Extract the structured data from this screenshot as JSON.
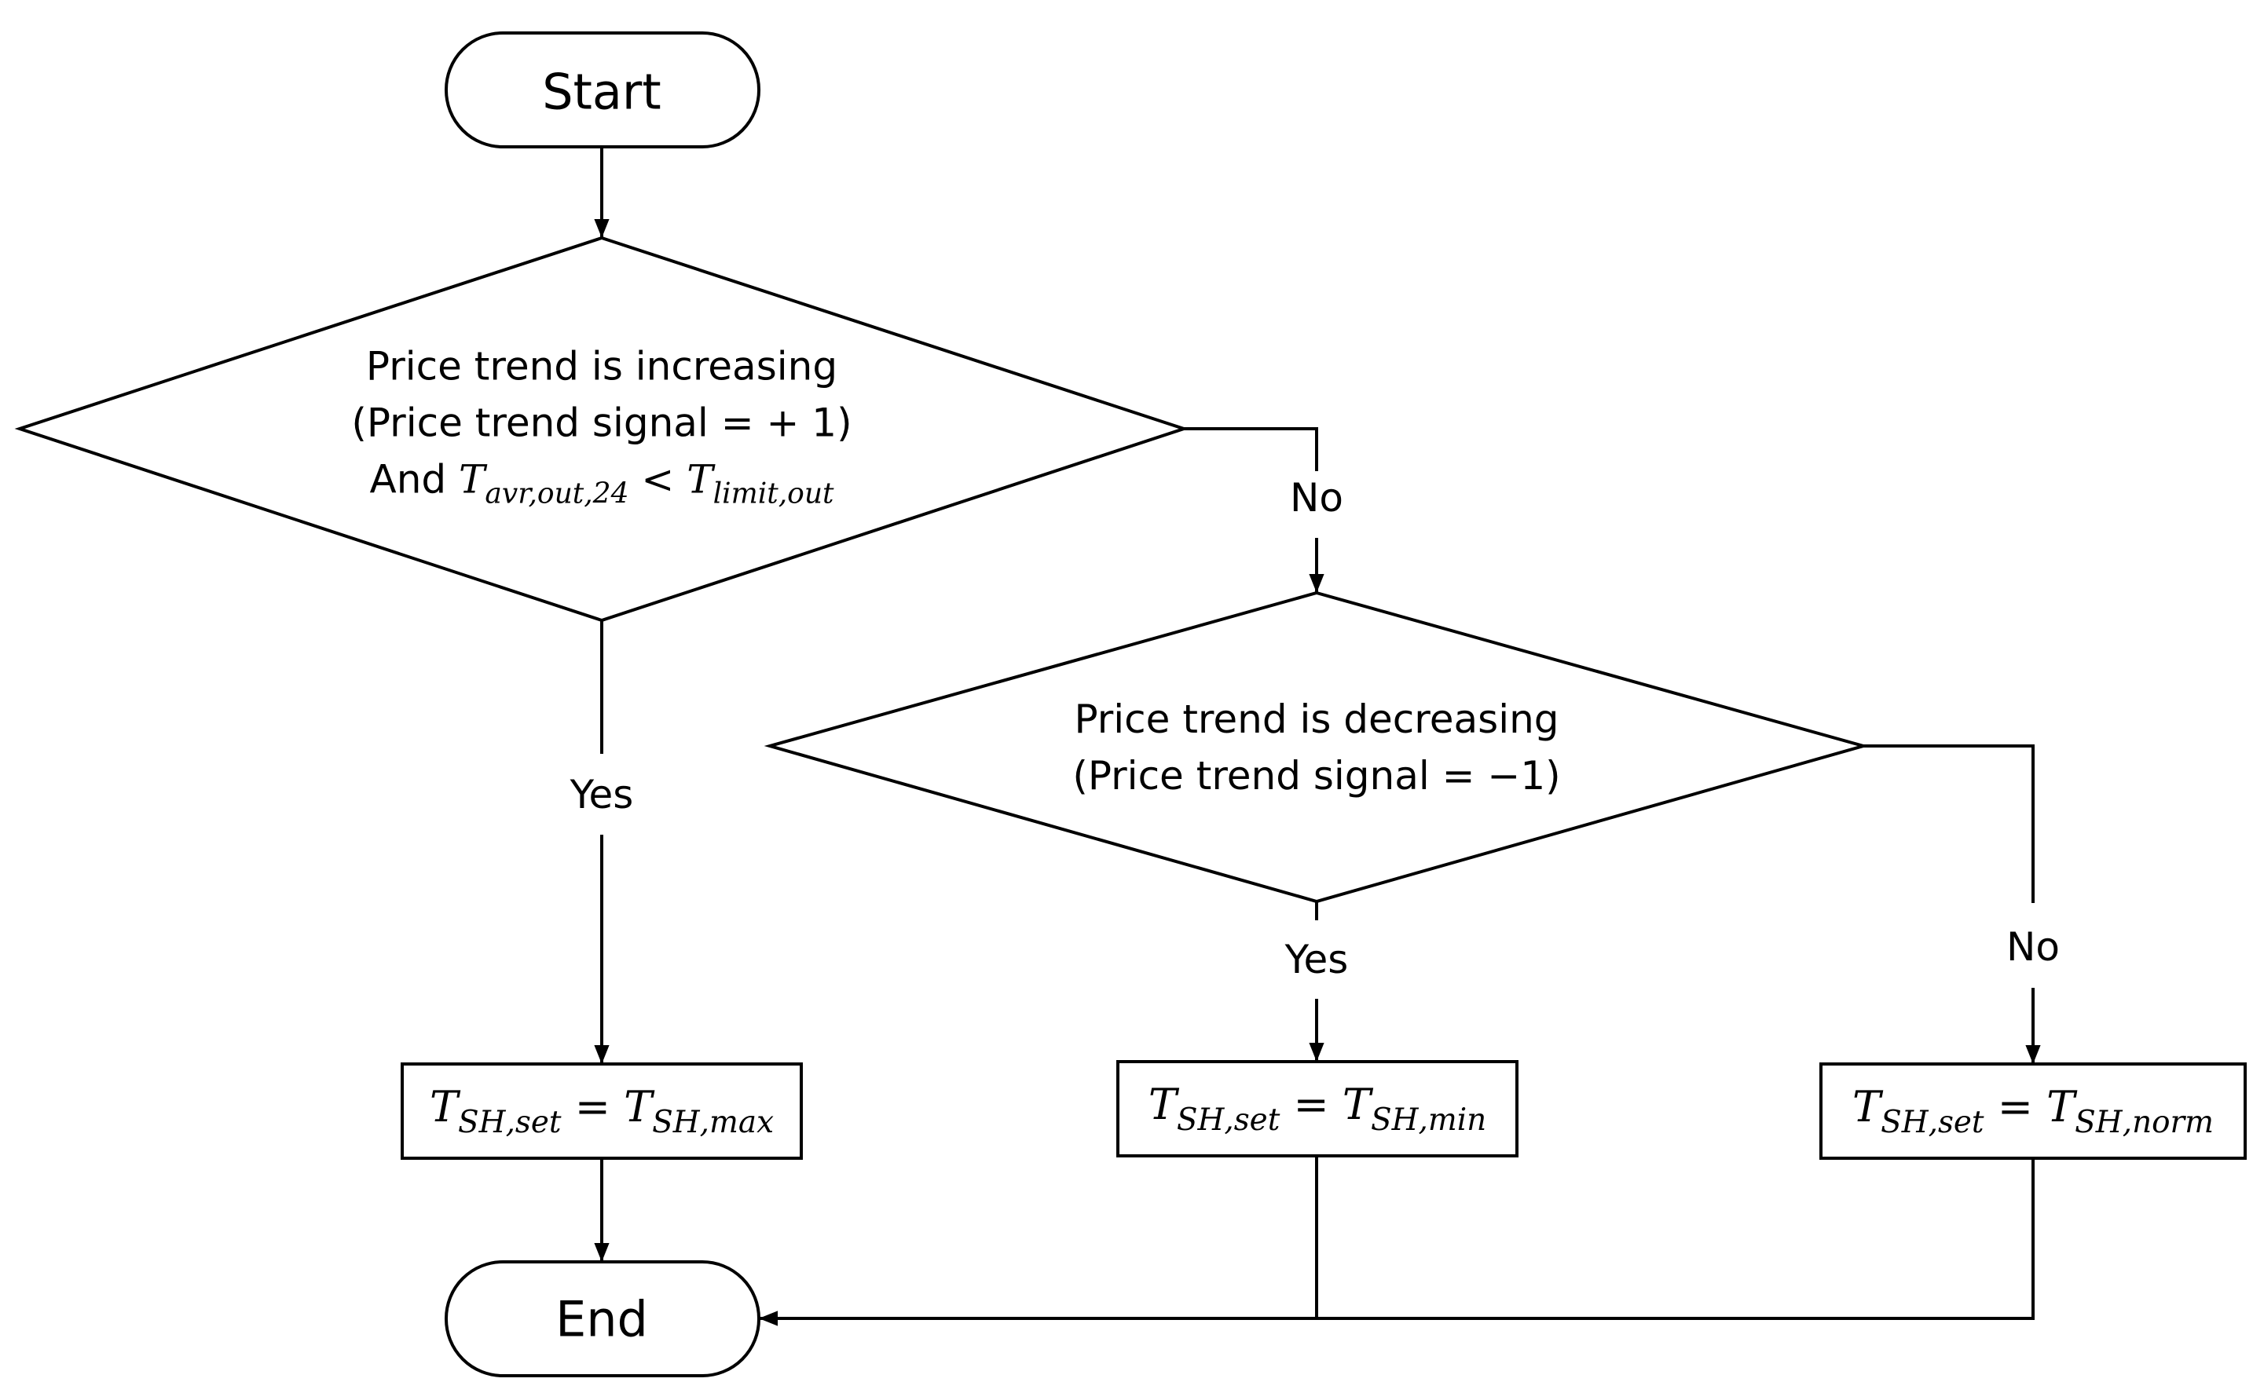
{
  "start": {
    "label": "Start"
  },
  "end": {
    "label": "End"
  },
  "decision1": {
    "line1": "Price trend is increasing",
    "line2": "(Price trend signal = + 1)",
    "line3_prefix": "And",
    "var_a": "T",
    "var_a_sub": "avr,out,24",
    "operator": "<",
    "var_b": "T",
    "var_b_sub": "limit,out"
  },
  "decision2": {
    "line1": "Price trend is decreasing",
    "line2": "(Price trend signal = −1)"
  },
  "edges": {
    "d1_no": "No",
    "d1_yes": "Yes",
    "d2_yes": "Yes",
    "d2_no": "No"
  },
  "box_max": {
    "lhs": "T",
    "lhs_sub": "SH,set",
    "eq": "=",
    "rhs": "T",
    "rhs_sub": "SH,max"
  },
  "box_min": {
    "lhs": "T",
    "lhs_sub": "SH,set",
    "eq": "=",
    "rhs": "T",
    "rhs_sub": "SH,min"
  },
  "box_norm": {
    "lhs": "T",
    "lhs_sub": "SH,set",
    "eq": "=",
    "rhs": "T",
    "rhs_sub": "SH,norm"
  },
  "colors": {
    "stroke": "#000000",
    "background": "#ffffff"
  }
}
